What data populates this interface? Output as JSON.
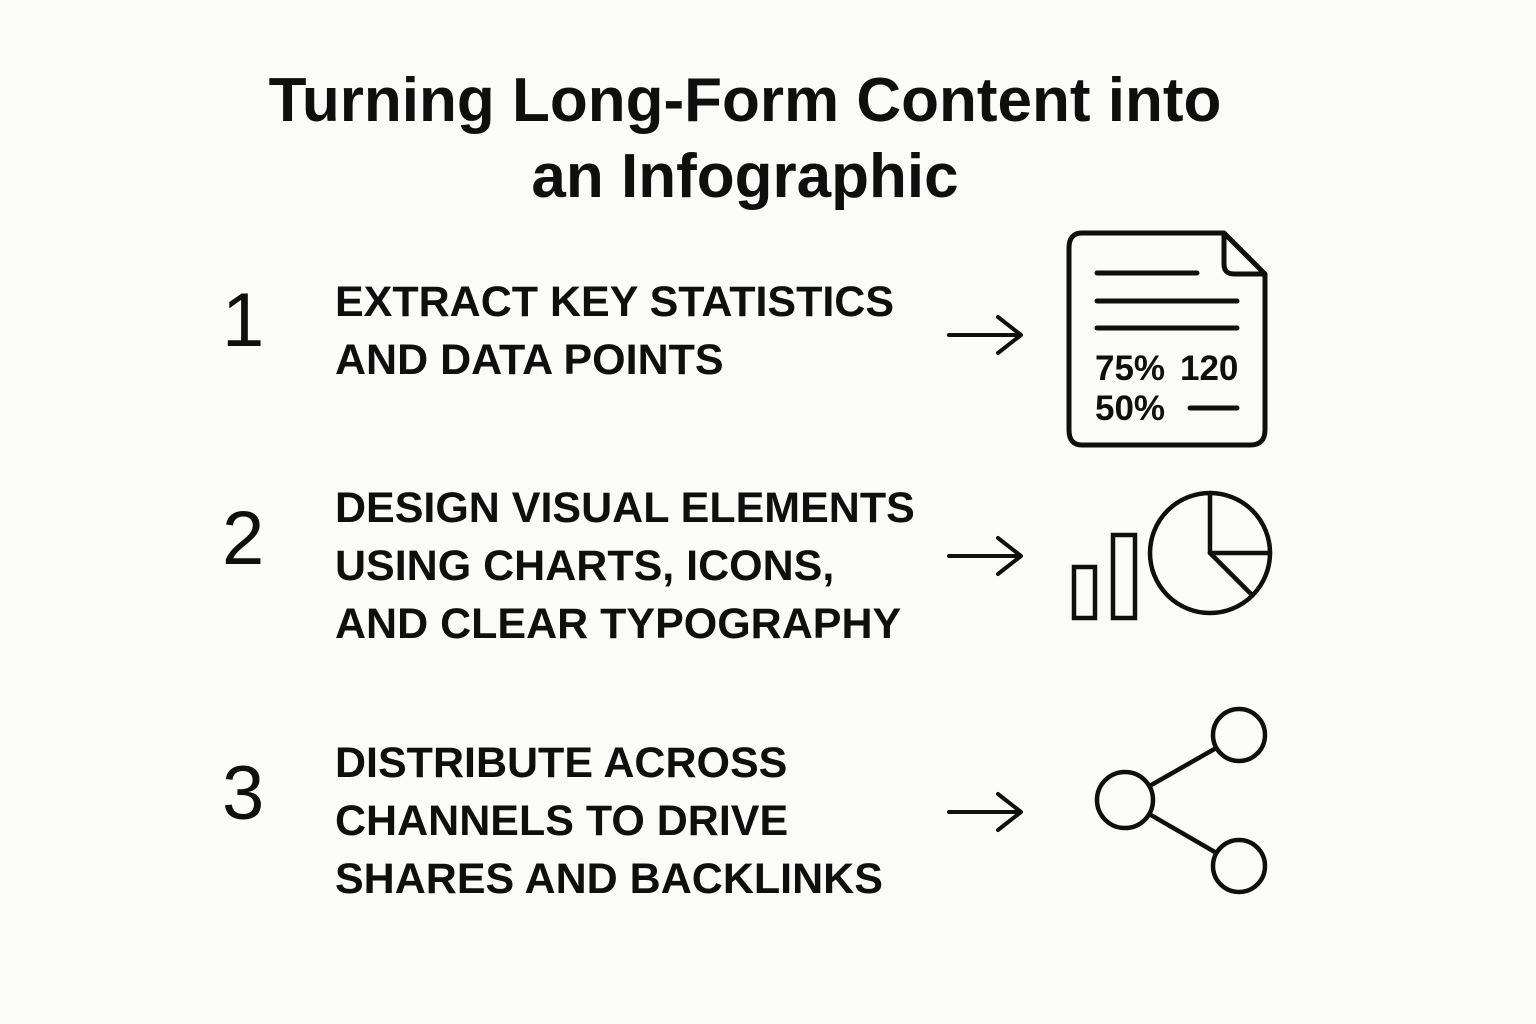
{
  "title": {
    "line1": "Turning Long-Form Content into",
    "line2": "an Infographic"
  },
  "steps": [
    {
      "number": "1",
      "lines": [
        "EXTRACT KEY STATISTICS",
        "AND DATA POINTS"
      ],
      "icon": "document-stats-icon"
    },
    {
      "number": "2",
      "lines": [
        "DESIGN VISUAL ELEMENTS",
        "USING CHARTS, ICONS,",
        "AND CLEAR TYPOGRAPHY"
      ],
      "icon": "bar-pie-chart-icon"
    },
    {
      "number": "3",
      "lines": [
        "DISTRIBUTE ACROSS",
        "CHANNELS TO DRIVE",
        "SHARES AND BACKLINKS"
      ],
      "icon": "share-network-icon"
    }
  ],
  "document_icon": {
    "stat_a": "75%",
    "stat_b": "120",
    "stat_c": "50%"
  },
  "colors": {
    "background": "#fbfbf9",
    "ink": "#0f0f0f"
  }
}
